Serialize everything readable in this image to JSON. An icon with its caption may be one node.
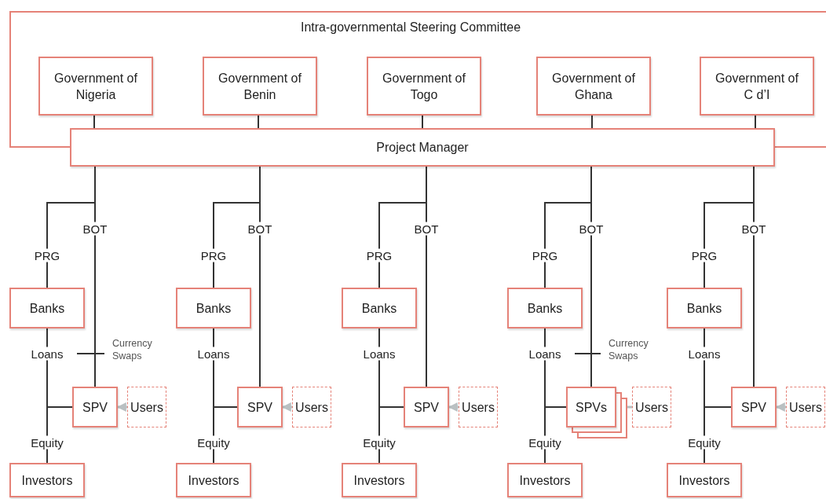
{
  "diagram": {
    "nodes": [
      {
        "text": [
          "Intra-governmental Steering Committee"
        ]
      },
      {
        "text": [
          "Government of Nigeria"
        ],
        "in": 0
      },
      {
        "text": [
          "Government of Benin"
        ],
        "in": 0
      },
      {
        "text": [
          "Government of Togo"
        ],
        "in": 0
      },
      {
        "text": [
          "Government of Ghana"
        ],
        "in": 0
      },
      {
        "text": [
          "Government of C d’I"
        ],
        "in": 0
      },
      {
        "text": [
          "Project Manager"
        ]
      },
      {
        "text": [
          "Banks"
        ]
      },
      {
        "text": [
          "SPV"
        ]
      },
      {
        "text": [
          "Users"
        ]
      },
      {
        "text": [
          "Investors"
        ]
      },
      {
        "text": [
          "Banks"
        ]
      },
      {
        "text": [
          "SPV"
        ]
      },
      {
        "text": [
          "Users"
        ]
      },
      {
        "text": [
          "Investors"
        ]
      },
      {
        "text": [
          "Banks"
        ]
      },
      {
        "text": [
          "SPV"
        ]
      },
      {
        "text": [
          "Users"
        ]
      },
      {
        "text": [
          "Investors"
        ]
      },
      {
        "text": [
          "Banks"
        ]
      },
      {
        "text": [
          "SPVs"
        ]
      },
      {
        "text": [
          "Users"
        ]
      },
      {
        "text": [
          "Investors"
        ]
      },
      {
        "text": [
          "Banks"
        ]
      },
      {
        "text": [
          "SPV"
        ]
      },
      {
        "text": [
          "Users"
        ]
      },
      {
        "text": [
          "Investors"
        ]
      }
    ],
    "edges": [
      {
        "from": 1,
        "to": 6,
        "arrow": "none"
      },
      {
        "from": 2,
        "to": 6,
        "arrow": "none"
      },
      {
        "from": 3,
        "to": 6,
        "arrow": "none"
      },
      {
        "from": 4,
        "to": 6,
        "arrow": "none"
      },
      {
        "from": 5,
        "to": 6,
        "arrow": "none"
      },
      {
        "from": 6,
        "to": 7,
        "arrow": "none",
        "label": "PRG"
      },
      {
        "from": 6,
        "to": 8,
        "arrow": "none",
        "label": "BOT"
      },
      {
        "from": 7,
        "to": 8,
        "arrow": "none",
        "label": "Loans"
      },
      {
        "from": 10,
        "to": 8,
        "arrow": "none",
        "label": "Equity"
      },
      {
        "from": 9,
        "to": 8,
        "arrow": "to",
        "color": "#b9c0c2"
      },
      {
        "from": 6,
        "to": 11,
        "arrow": "none",
        "label": "PRG"
      },
      {
        "from": 6,
        "to": 12,
        "arrow": "none",
        "label": "BOT"
      },
      {
        "from": 11,
        "to": 12,
        "arrow": "none",
        "label": "Loans"
      },
      {
        "from": 14,
        "to": 12,
        "arrow": "none",
        "label": "Equity"
      },
      {
        "from": 13,
        "to": 12,
        "arrow": "to",
        "color": "#b9c0c2"
      },
      {
        "from": 6,
        "to": 15,
        "arrow": "none",
        "label": "PRG"
      },
      {
        "from": 6,
        "to": 16,
        "arrow": "none",
        "label": "BOT"
      },
      {
        "from": 15,
        "to": 16,
        "arrow": "none",
        "label": "Loans"
      },
      {
        "from": 18,
        "to": 16,
        "arrow": "none",
        "label": "Equity"
      },
      {
        "from": 17,
        "to": 16,
        "arrow": "to",
        "color": "#b9c0c2"
      },
      {
        "from": 6,
        "to": 19,
        "arrow": "none",
        "label": "PRG"
      },
      {
        "from": 6,
        "to": 20,
        "arrow": "none",
        "label": "BOT"
      },
      {
        "from": 19,
        "to": 20,
        "arrow": "none",
        "label": "Loans"
      },
      {
        "from": 22,
        "to": 20,
        "arrow": "none",
        "label": "Equity"
      },
      {
        "from": 21,
        "to": 20,
        "arrow": "to",
        "color": "#b9c0c2"
      },
      {
        "from": 6,
        "to": 23,
        "arrow": "none",
        "label": "PRG"
      },
      {
        "from": 6,
        "to": 24,
        "arrow": "none",
        "label": "BOT"
      },
      {
        "from": 23,
        "to": 24,
        "arrow": "none",
        "label": "Loans"
      },
      {
        "from": 26,
        "to": 24,
        "arrow": "none",
        "label": "Equity"
      },
      {
        "from": 25,
        "to": 24,
        "arrow": "to",
        "color": "#b9c0c2"
      }
    ],
    "labels": [
      "Currency Swaps",
      "Currency Swaps"
    ]
  }
}
